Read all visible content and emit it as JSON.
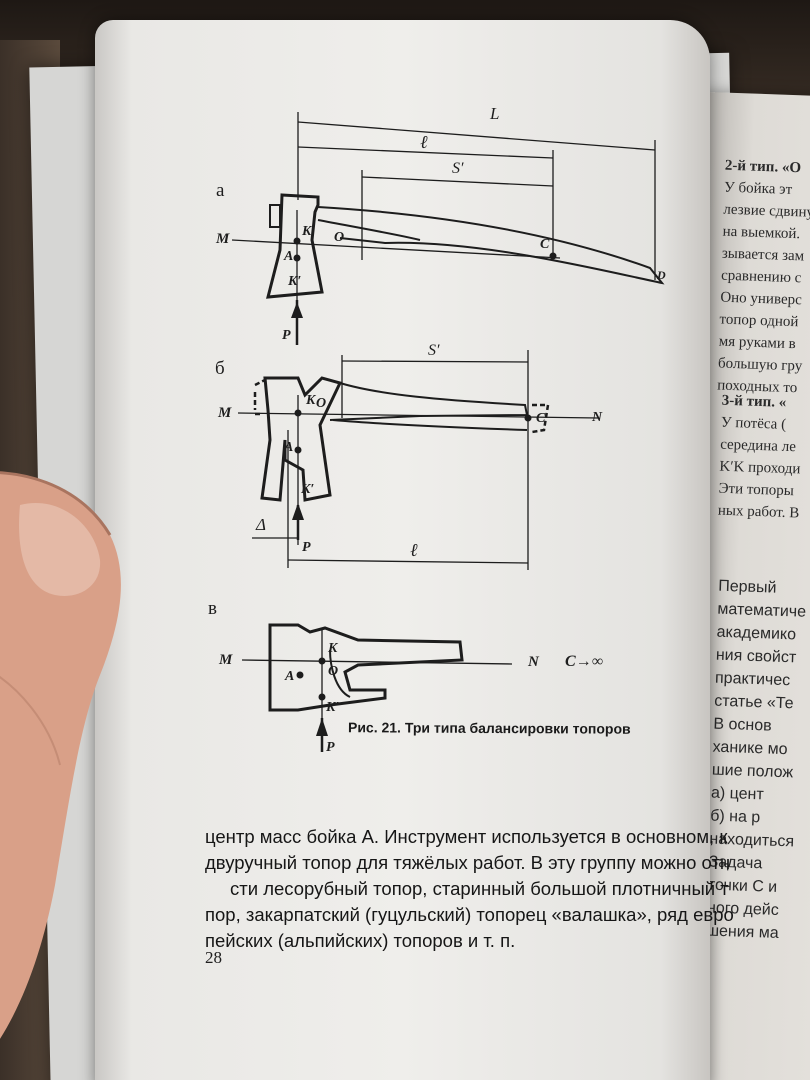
{
  "diagram": {
    "letters": [
      "а",
      "б",
      "в"
    ],
    "labels_a": {
      "L": "L",
      "l": "ℓ",
      "S": "S′",
      "M": "M",
      "K": "K",
      "O": "O",
      "A": "A",
      "Kp": "K′",
      "C": "C",
      "D": "D",
      "P": "P"
    },
    "labels_b": {
      "S": "S′",
      "M": "M",
      "K": "K",
      "O": "O",
      "A": "A",
      "Kp": "K′",
      "C": "C",
      "N": "N",
      "delta": "Δ",
      "P": "P",
      "l": "ℓ"
    },
    "labels_c": {
      "M": "M",
      "K": "K",
      "O": "O",
      "A": "A",
      "N": "N",
      "Cinf": "C→∞",
      "Kp": "K′",
      "P": "P"
    }
  },
  "caption": "Рис. 21. Три типа балансировки топоров",
  "body_text": [
    "центр масс бойка A. Инструмент используется в основном, к",
    "двуручный топор для тяжёлых работ. В эту группу можно отн",
    "сти лесорубный топор, старинный большой плотничный т",
    "пор, закарпатский (гуцульский) топорец «валашка», ряд евро",
    "пейских (альпийских) топоров и т. п."
  ],
  "page_number": "28",
  "right_page": {
    "lines_top": [
      "2-й тип. «О",
      "У бойка эт",
      "лезвие сдвину",
      "на выемкой.",
      "зывается зам",
      "сравнению с",
      "Оно универс",
      "топор одной",
      "мя руками в",
      "большую гру",
      "походных то"
    ],
    "lines_mid": [
      "3-й тип. «",
      "У потёса (",
      "середина ле",
      "K′K проходи",
      "Эти топоры",
      "ных работ. В"
    ],
    "lines_bottom": [
      "Первый",
      "математиче",
      "академико",
      "ния свойст",
      "практичес",
      "статье «Те",
      "В основ",
      "ханике мо",
      "шие полож",
      "а) цент",
      "б) на р",
      "находиться",
      "Задача",
      "точки C и",
      "ного дейс",
      "шения ма"
    ]
  }
}
